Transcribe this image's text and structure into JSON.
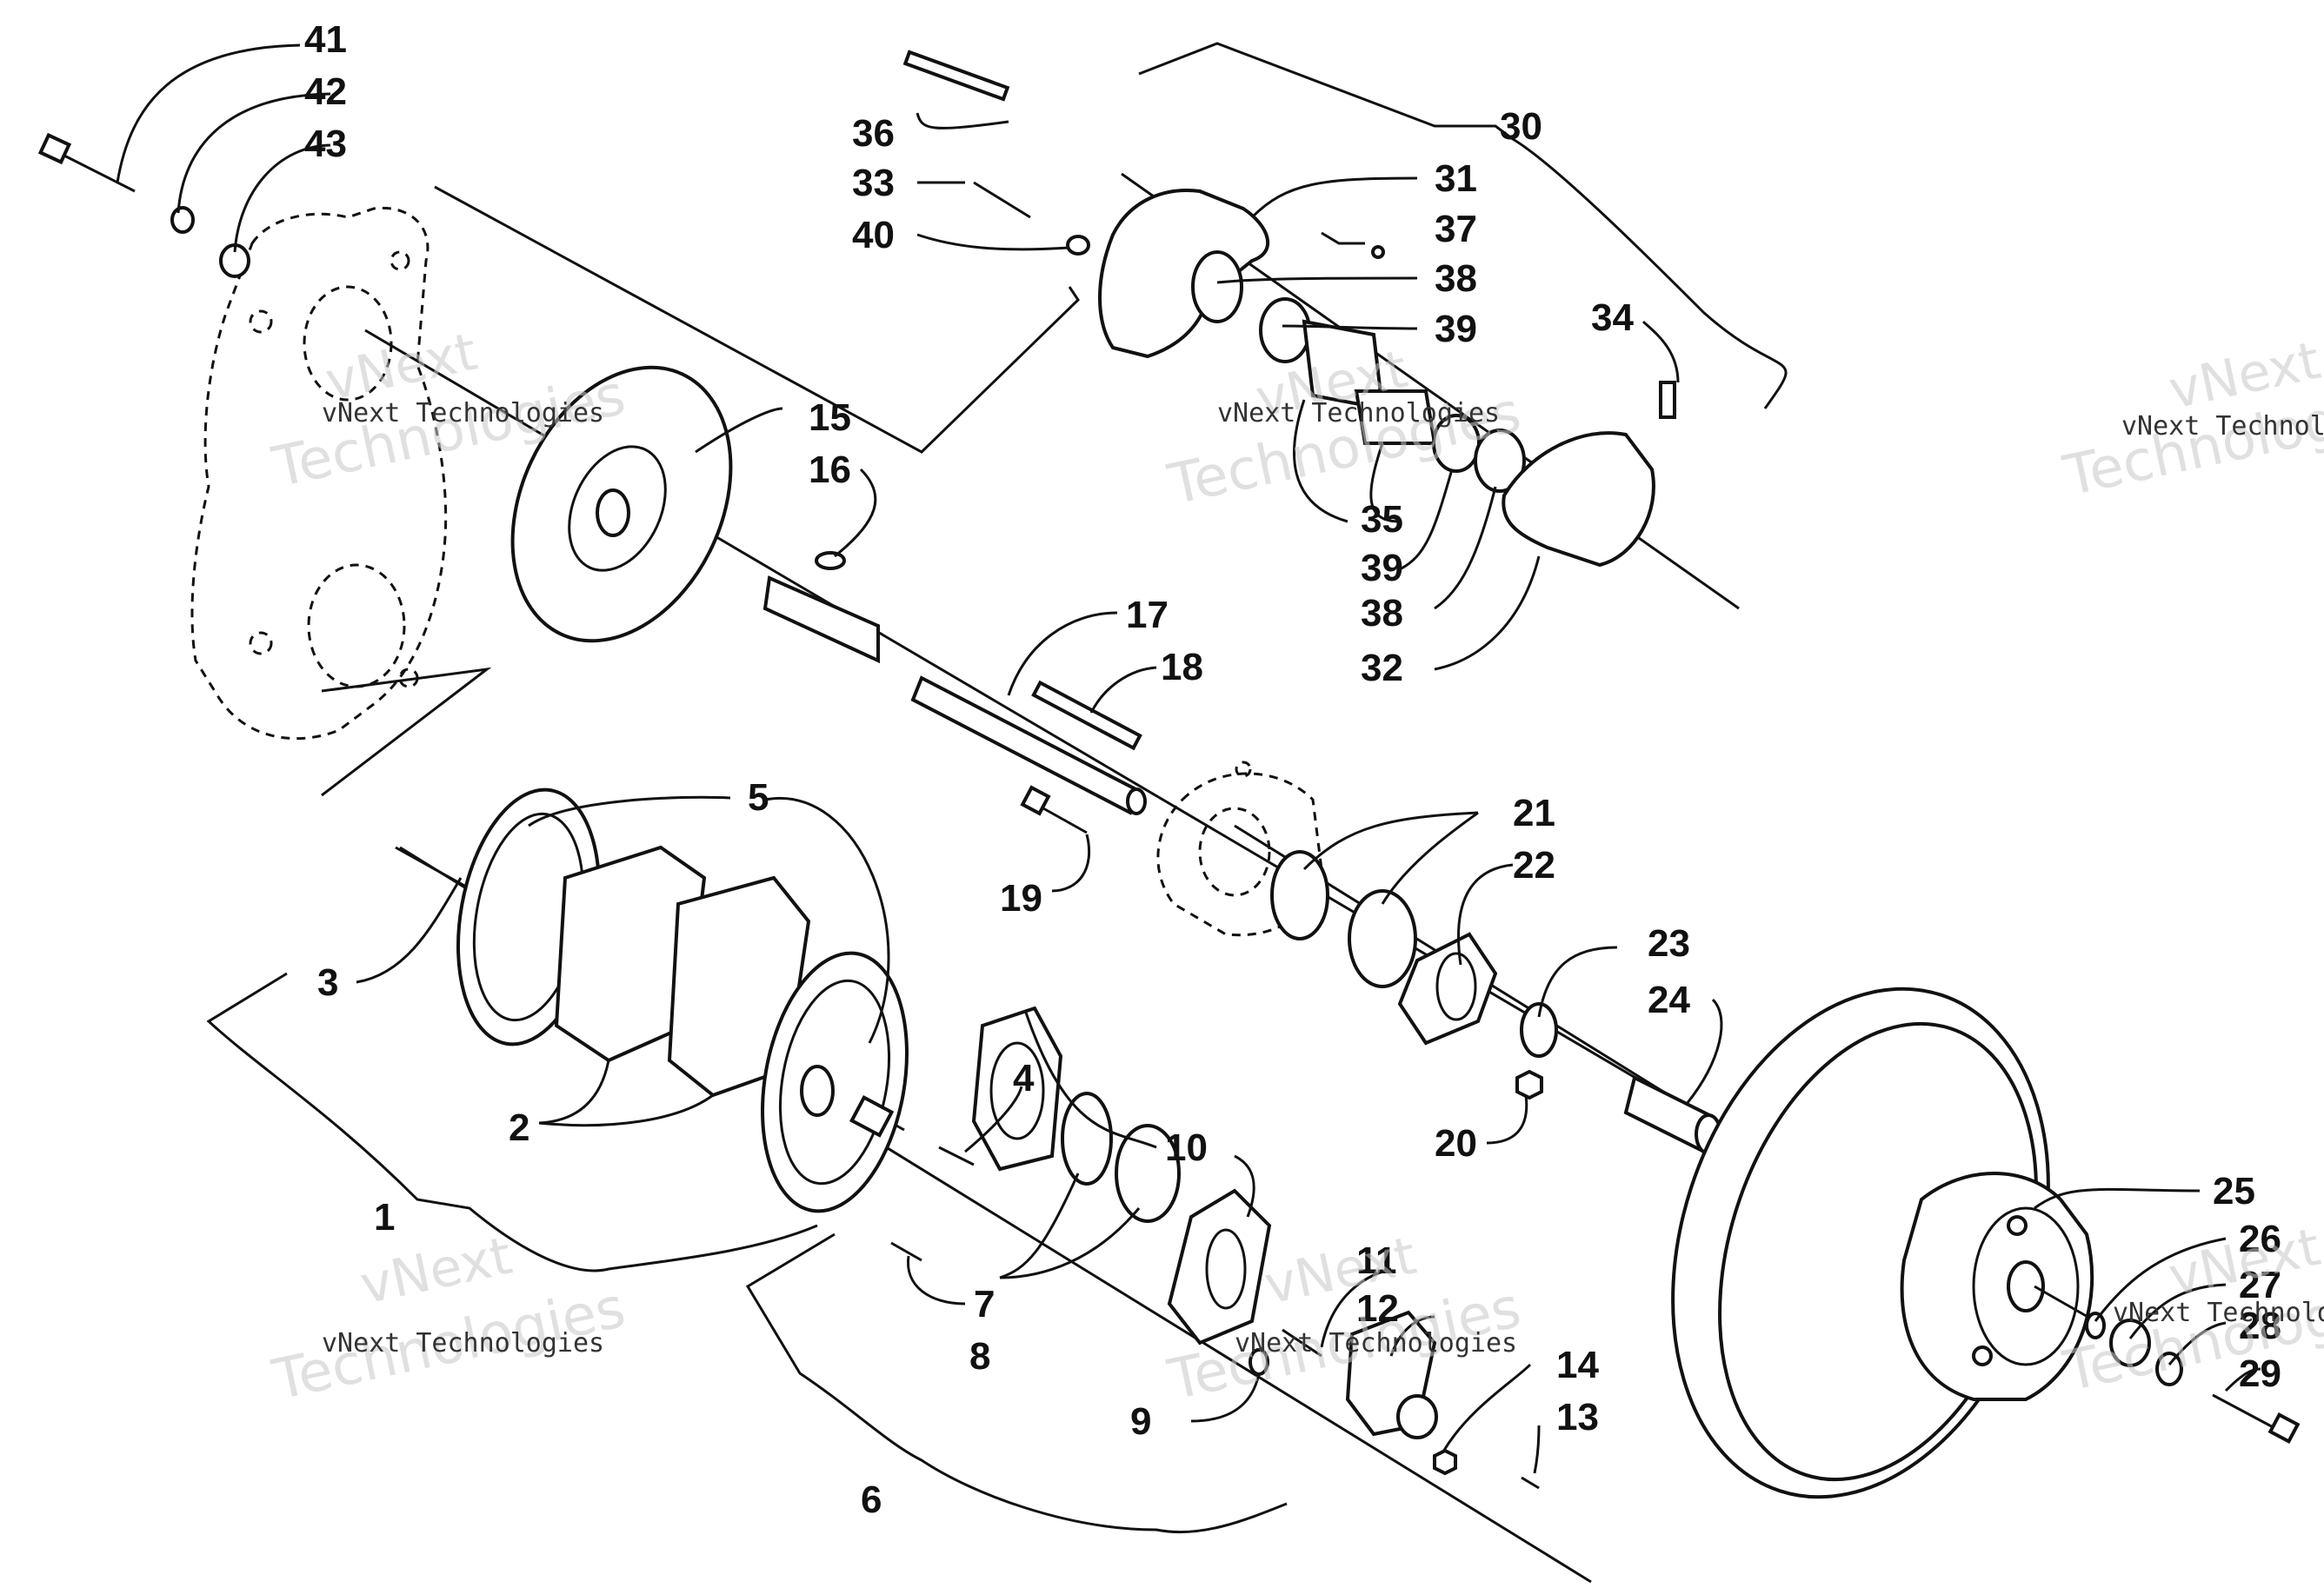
{
  "watermark": {
    "text_line1": "vNext",
    "text_line2": "Technologies",
    "small_text": "vNext Technologies"
  },
  "callouts": {
    "c1": "1",
    "c2": "2",
    "c3": "3",
    "c4": "4",
    "c5": "5",
    "c6": "6",
    "c7": "7",
    "c8": "8",
    "c9": "9",
    "c10": "10",
    "c11": "11",
    "c12": "12",
    "c13": "13",
    "c14": "14",
    "c15": "15",
    "c16": "16",
    "c17": "17",
    "c18": "18",
    "c19": "19",
    "c20": "20",
    "c21": "21",
    "c22": "22",
    "c23": "23",
    "c24": "24",
    "c25": "25",
    "c26": "26",
    "c27": "27",
    "c28": "28",
    "c29": "29",
    "c30": "30",
    "c31": "31",
    "c32": "32",
    "c33": "33",
    "c34": "34",
    "c35": "35",
    "c36": "36",
    "c37": "37",
    "c38a": "38",
    "c38b": "38",
    "c39a": "39",
    "c39b": "39",
    "c40": "40",
    "c41": "41",
    "c42": "42",
    "c43": "43"
  }
}
